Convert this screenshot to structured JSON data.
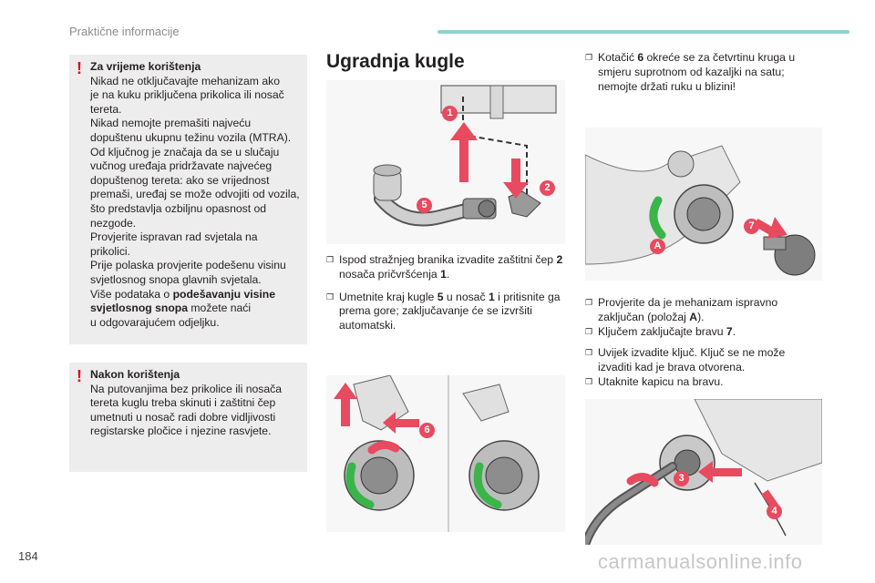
{
  "header": {
    "section": "Praktične informacije",
    "accent_color": "#8fd2cf"
  },
  "warning_icon": "!",
  "box1": {
    "title": "Za vrijeme korištenja",
    "lines": [
      "Nikad ne otključavajte mehanizam ako",
      "je na kuku priključena prikolica ili nosač",
      "tereta.",
      "Nikad nemojte premašiti najveću",
      "dopuštenu ukupnu težinu vozila (MTRA).",
      "Od ključnog je značaja da se u slučaju",
      "vučnog uređaja pridržavate najvećeg",
      "dopuštenog tereta: ako se vrijednost",
      "premaši, uređaj se može odvojiti od vozila,",
      "što predstavlja ozbiljnu opasnost od",
      "nezgode.",
      "Provjerite ispravan rad svjetala na",
      "prikolici.",
      "Prije polaska provjerite podešenu visinu",
      "svjetlosnog snopa glavnih svjetala."
    ],
    "ref_pre": "Više podataka o ",
    "ref_bold": "podešavanju visine svjetlosnog snopa",
    "ref_post": " možete naći",
    "ref_last": "u odgovarajućem odjeljku."
  },
  "box2": {
    "title": "Nakon korištenja",
    "lines": [
      "Na putovanjima bez prikolice ili nosača",
      "tereta kuglu treba skinuti i zaštitni čep",
      "umetnuti u nosač radi dobre vidljivosti",
      "registarske pločice i njezine rasvjete."
    ]
  },
  "section_title": "Ugradnja kugle",
  "mid_steps": [
    {
      "bullet": "❒",
      "pre": "Ispod stražnjeg branika izvadite zaštitni čep ",
      "b1": "2",
      "mid": " nosača pričvršćenja ",
      "b2": "1",
      "post": "."
    },
    {
      "bullet": "❒",
      "pre": "Umetnite kraj kugle ",
      "b1": "5",
      "mid": " u nosač ",
      "b2": "1",
      "post": " i pritisnite ga prema gore; zaključavanje će se izvršiti automatski."
    }
  ],
  "right_top": {
    "bullet": "❒",
    "pre": "Kotačić ",
    "b1": "6",
    "post": " okreće se za četvrtinu kruga u smjeru suprotnom od kazaljki na satu; nemojte držati ruku u blizini!"
  },
  "right_steps": [
    {
      "bullet": "❒",
      "pre": "Provjerite da je mehanizam ispravno zaključan (položaj ",
      "b1": "A",
      "post": ")."
    },
    {
      "bullet": "❒",
      "pre": "Ključem zaključajte bravu ",
      "b1": "7",
      "post": "."
    },
    {
      "bullet": "❒",
      "pre": "Uvijek izvadite ključ. Ključ se ne može izvaditi kad je brava otvorena.",
      "b1": "",
      "post": ""
    },
    {
      "bullet": "❒",
      "pre": "Utaknite kapicu na bravu.",
      "b1": "",
      "post": ""
    }
  ],
  "markers": {
    "m1": "1",
    "m2": "2",
    "m3": "3",
    "m4": "4",
    "m5": "5",
    "m6": "6",
    "m7": "7",
    "mA": "A"
  },
  "marker_color": "#e84a5f",
  "page_number": "184",
  "watermark": "carmanualsonline.info"
}
